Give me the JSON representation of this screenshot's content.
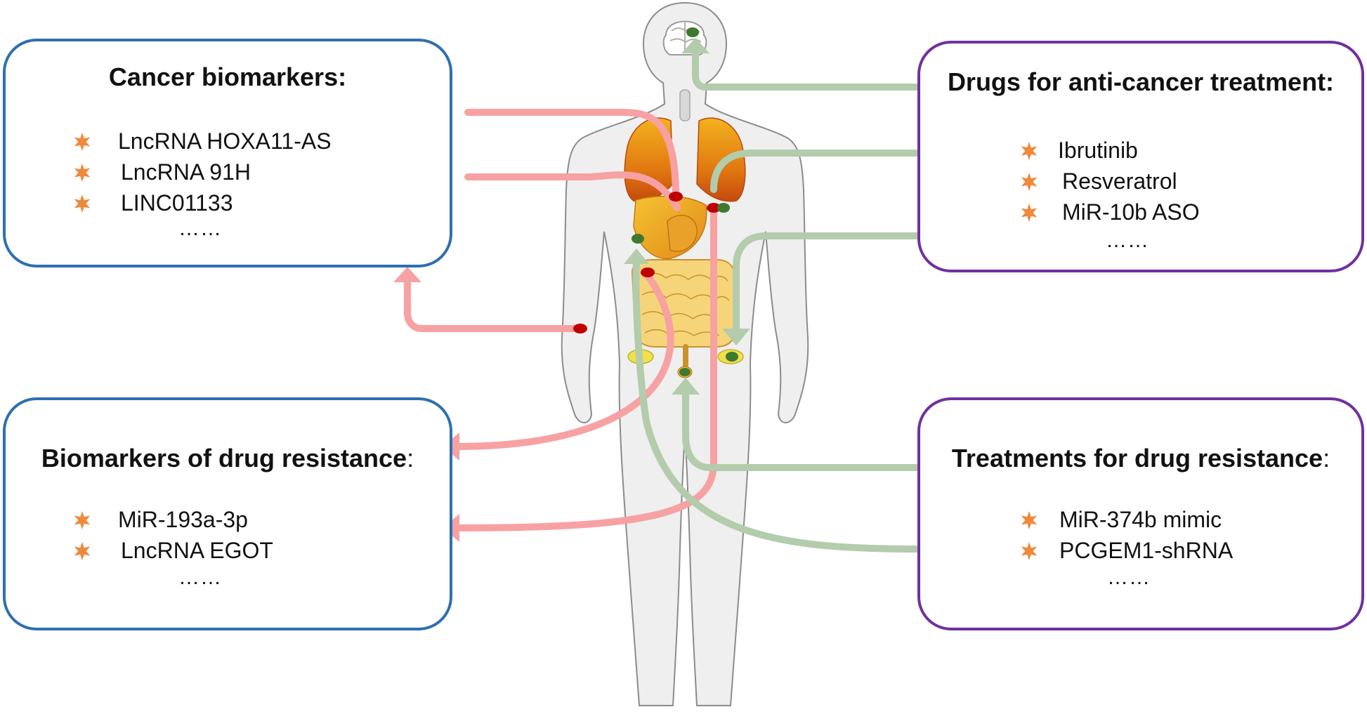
{
  "colors": {
    "biomarker_border": "#2f6fb0",
    "treatment_border": "#7030a0",
    "biomarker_arrow": "#f7a1a3",
    "treatment_arrow": "#b3ccab",
    "star": "#ef8a3c",
    "body_fill": "#efefef",
    "marker_red": "#c00000",
    "marker_green": "#3e7a2e"
  },
  "boxes": {
    "cancer_biomarkers": {
      "title": "Cancer biomarkers:",
      "items": [
        "LncRNA HOXA11-AS",
        "LncRNA 91H",
        "LINC01133"
      ],
      "more": "……"
    },
    "drug_resistance_biomarkers": {
      "title": "Biomarkers of drug resistance",
      "title_suffix": ":",
      "items": [
        "MiR-193a-3p",
        "LncRNA EGOT"
      ],
      "more": "……"
    },
    "anticancer_drugs": {
      "title": "Drugs for anti-cancer treatment:",
      "items": [
        "Ibrutinib",
        "Resveratrol",
        "MiR-10b ASO"
      ],
      "more": "……"
    },
    "resistance_treatments": {
      "title": "Treatments for drug resistance",
      "title_suffix": ":",
      "items": [
        "MiR-374b mimic",
        "PCGEM1-shRNA"
      ],
      "more": "……"
    }
  },
  "icons": {
    "bullet": "star-icon",
    "figure": "human-body-icon"
  }
}
